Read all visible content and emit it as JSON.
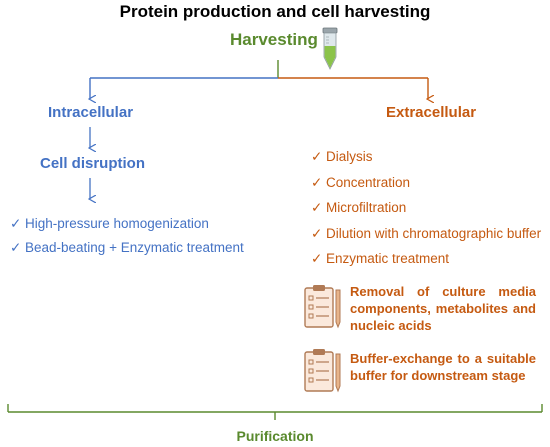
{
  "title": "Protein production and cell harvesting",
  "harvesting": "Harvesting",
  "intracellular": {
    "heading": "Intracellular",
    "sub_heading": "Cell disruption",
    "methods": [
      "High-pressure homogenization",
      "Bead-beating + Enzymatic treatment"
    ]
  },
  "extracellular": {
    "heading": "Extracellular",
    "methods": [
      "Dialysis",
      "Concentration",
      "Microfiltration",
      "Dilution with chromatographic buffer",
      "Enzymatic treatment"
    ],
    "notes": [
      "Removal of culture media components, metabolites and nucleic acids",
      "Buffer-exchange to a suitable buffer for downstream stage"
    ]
  },
  "check_mark": "✓",
  "purification": "Purification",
  "colors": {
    "intracellular": "#4472c4",
    "extracellular": "#c55a11",
    "harvesting": "#5a8a2e",
    "bracket": "#5a8a2e"
  },
  "icons": [
    "centrifuge-tube-icon",
    "clipboard-checklist-icon"
  ]
}
